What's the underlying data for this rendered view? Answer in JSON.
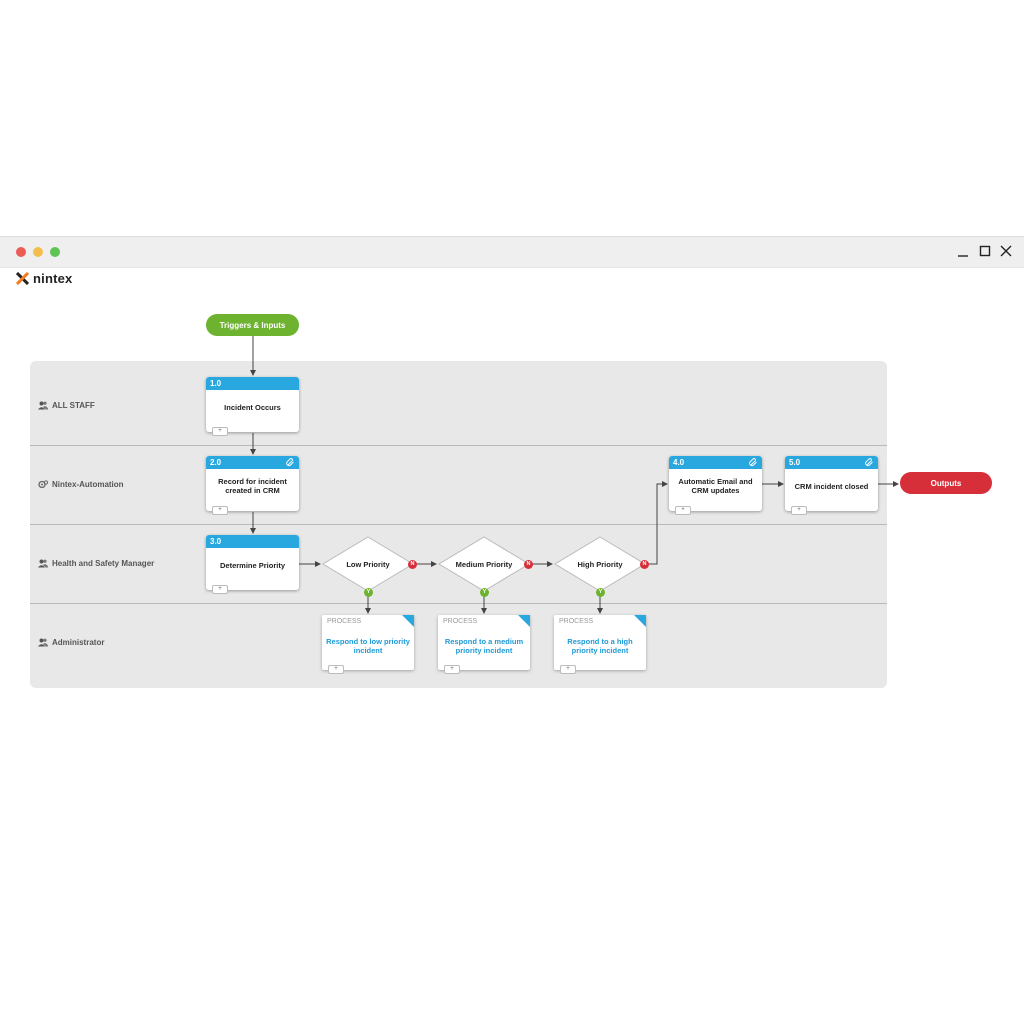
{
  "app": {
    "logo_text": "nintex"
  },
  "window_controls": [
    "minimize-icon",
    "maximize-icon",
    "close-icon"
  ],
  "colors": {
    "trigger": "#6db32f",
    "output": "#d72f3a",
    "card_header": "#29a8e0",
    "process_text": "#1d9ad6",
    "yes": "#6db32f",
    "no": "#d72f3a"
  },
  "lanes": [
    {
      "label": "ALL STAFF",
      "icon": "users-icon"
    },
    {
      "label": "Nintex-Automation",
      "icon": "gears-icon"
    },
    {
      "label": "Health and Safety Manager",
      "icon": "users-icon"
    },
    {
      "label": "Administrator",
      "icon": "users-icon"
    }
  ],
  "start": {
    "label": "Triggers & Inputs"
  },
  "end": {
    "label": "Outputs"
  },
  "activities": [
    {
      "id": "1.0",
      "text": "Incident Occurs",
      "expand": "+"
    },
    {
      "id": "2.0",
      "text": "Record for incident created in CRM",
      "expand": "+"
    },
    {
      "id": "3.0",
      "text": "Determine Priority",
      "expand": "+"
    },
    {
      "id": "4.0",
      "text": "Automatic Email and CRM updates",
      "expand": "+"
    },
    {
      "id": "5.0",
      "text": "CRM incident closed",
      "expand": "+"
    }
  ],
  "decisions": [
    {
      "text": "Low Priority",
      "yes": "Y",
      "no": "N"
    },
    {
      "text": "Medium Priority",
      "yes": "Y",
      "no": "N"
    },
    {
      "text": "High Priority",
      "yes": "Y",
      "no": "N"
    }
  ],
  "processes": [
    {
      "tag": "PROCESS",
      "text": "Respond to low priority incident",
      "expand": "+"
    },
    {
      "tag": "PROCESS",
      "text": "Respond to a medium priority incident",
      "expand": "+"
    },
    {
      "tag": "PROCESS",
      "text": "Respond to a high priority incident",
      "expand": "+"
    }
  ]
}
